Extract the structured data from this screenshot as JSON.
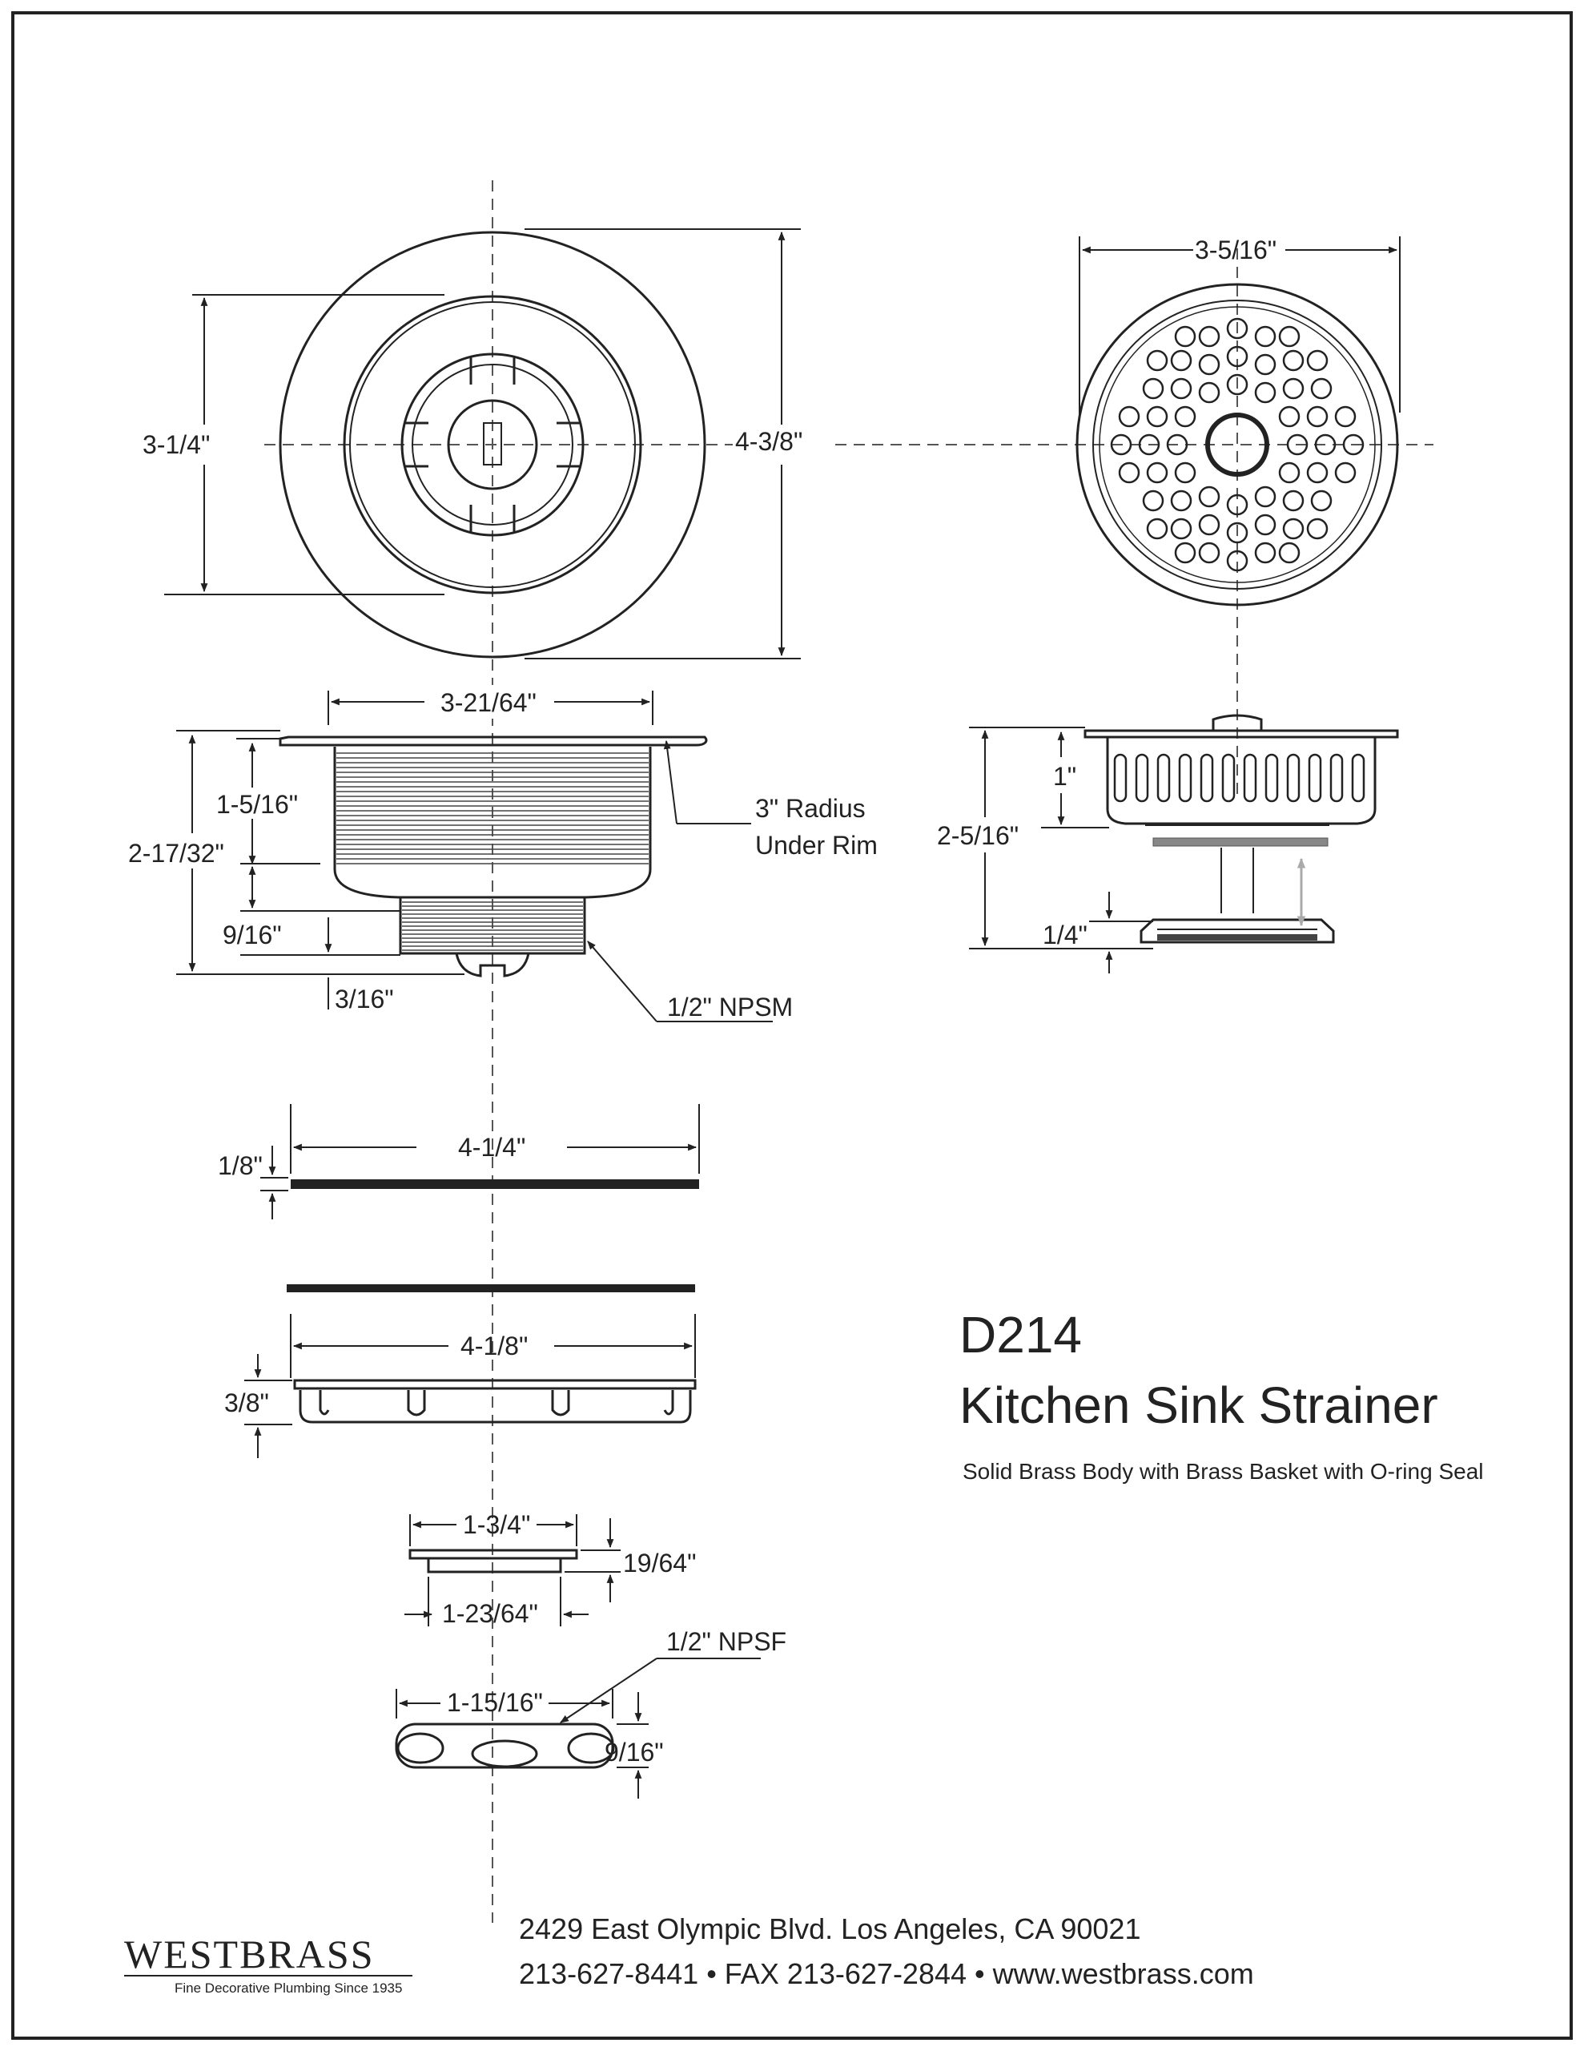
{
  "dimensions": {
    "flange_inner": "3-1/4\"",
    "flange_outer": "4-3/8\"",
    "basket_diameter": "3-5/16\"",
    "body_width": "3-21/64\"",
    "body_upper": "1-5/16\"",
    "body_total": "2-17/32\"",
    "body_thread": "9/16\"",
    "body_nub": "3/16\"",
    "radius_line1": "3\" Radius",
    "radius_line2": "Under Rim",
    "npsm": "1/2\" NPSM",
    "basket_top": "1\"",
    "basket_total": "2-5/16\"",
    "basket_seal": "1/4\"",
    "gasket_width": "4-1/4\"",
    "gasket_thick": "1/8\"",
    "washer_width": "4-1/8\"",
    "washer_thick": "3/8\"",
    "nut_top": "1-3/4\"",
    "nut_thick": "19/64\"",
    "nut_bottom": "1-23/64\"",
    "npsf": "1/2\" NPSF",
    "coupling_width": "1-15/16\"",
    "coupling_thick": "9/16\""
  },
  "product": {
    "model": "D214",
    "name": "Kitchen Sink Strainer",
    "description": "Solid Brass Body with Brass Basket with O-ring Seal"
  },
  "company": {
    "name": "WESTBRASS",
    "tagline": "Fine Decorative Plumbing Since 1935",
    "address": "2429 East Olympic Blvd. Los Angeles, CA  90021",
    "contact": "213-627-8441 • FAX 213-627-2844 • www.westbrass.com"
  }
}
